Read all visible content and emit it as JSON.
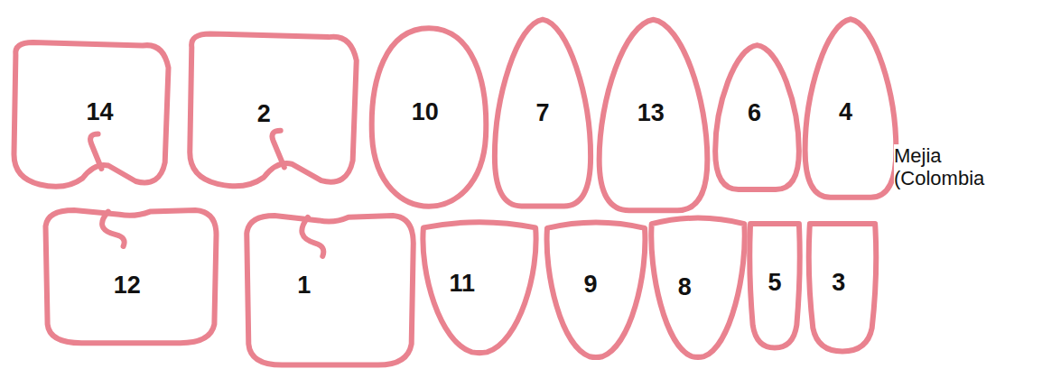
{
  "diagram": {
    "nodes": [
      {
        "text": [
          "14"
        ]
      },
      {
        "text": [
          "2"
        ]
      },
      {
        "text": [
          "10"
        ]
      },
      {
        "text": [
          "7"
        ]
      },
      {
        "text": [
          "13"
        ]
      },
      {
        "text": [
          "6"
        ]
      },
      {
        "text": [
          "4"
        ]
      },
      {
        "text": [
          "12"
        ]
      },
      {
        "text": [
          "1"
        ]
      },
      {
        "text": [
          "11"
        ]
      },
      {
        "text": [
          "9"
        ]
      },
      {
        "text": [
          "8"
        ]
      },
      {
        "text": [
          "5"
        ]
      },
      {
        "text": [
          "3"
        ]
      }
    ],
    "labels": [
      "Mejia (Colombia"
    ]
  }
}
